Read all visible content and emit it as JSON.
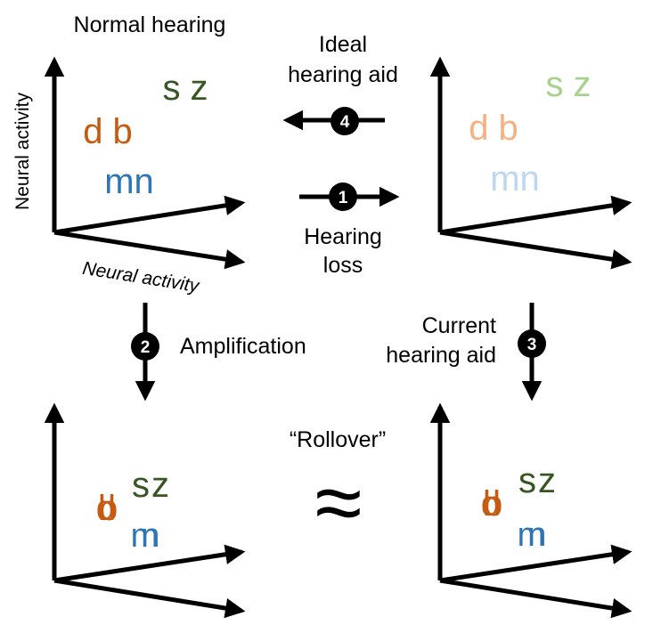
{
  "colors": {
    "orange": "#C55A11",
    "blue": "#2E75B6",
    "green": "#375623",
    "light_orange": "#F4B183",
    "light_blue": "#BDD7EE",
    "light_green": "#A9D18E",
    "black": "#000000"
  },
  "panels": {
    "normal": {
      "title": "Normal hearing",
      "y_axis_label": "Neural activity",
      "x_axis_label": "Neural activity"
    }
  },
  "symbols": {
    "sz": "s z",
    "db": "d b",
    "mn": "mn",
    "sz_merged": "sz",
    "db_merged": "db",
    "mn_merged": "mn"
  },
  "arrows": {
    "step1": {
      "number": "1",
      "label_line1": "Hearing",
      "label_line2": "loss"
    },
    "step2": {
      "number": "2",
      "label": "Amplification"
    },
    "step3": {
      "number": "3",
      "label_line1": "Current",
      "label_line2": "hearing aid"
    },
    "step4": {
      "number": "4",
      "label_line1": "Ideal",
      "label_line2": "hearing aid"
    }
  },
  "center": {
    "rollover": "“Rollover”",
    "approx_symbol": "≈"
  }
}
